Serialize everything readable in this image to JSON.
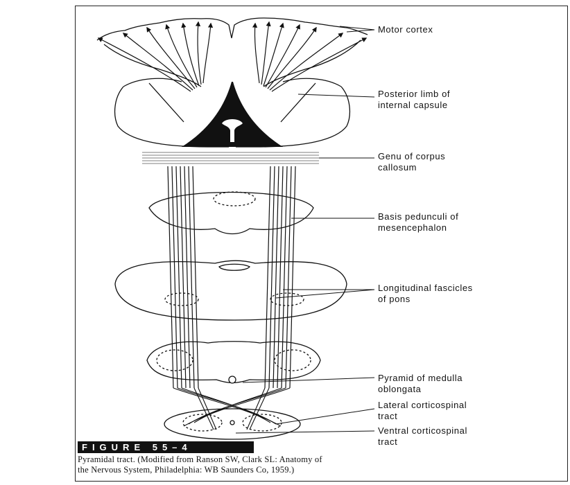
{
  "labels": {
    "motor_cortex": [
      "Motor cortex"
    ],
    "internal_capsule": [
      "Posterior limb of",
      "internal capsule"
    ],
    "corpus_callosum": [
      "Genu of corpus",
      "callosum"
    ],
    "basis_pedunculi": [
      "Basis pedunculi of",
      "mesencephalon"
    ],
    "pons": [
      "Longitudinal fascicles",
      "of pons"
    ],
    "medulla": [
      "Pyramid of medulla",
      "oblongata"
    ],
    "lateral_tract": [
      "Lateral corticospinal",
      "tract"
    ],
    "ventral_tract": [
      "Ventral corticospinal",
      "tract"
    ]
  },
  "figure": {
    "tag": "FIGURE 55–4",
    "caption_lines": [
      "Pyramidal tract. (Modified from Ranson SW, Clark SL: Anatomy of",
      "the Nervous System, Philadelphia: WB Saunders Co, 1959.)"
    ]
  }
}
